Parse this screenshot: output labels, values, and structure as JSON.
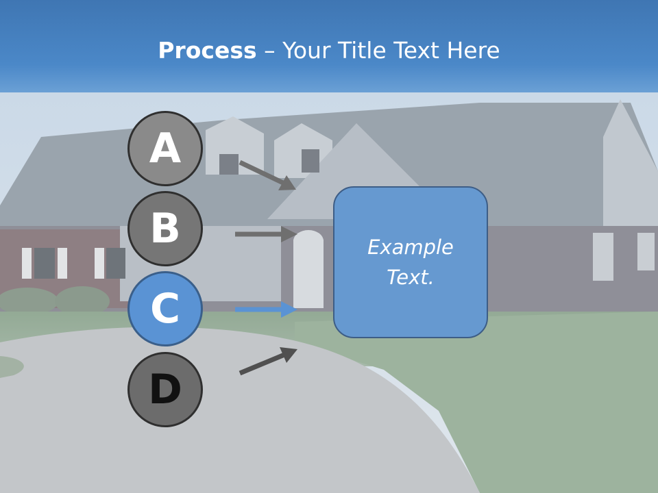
{
  "slide": {
    "title_bold": "Process",
    "title_rest": " – Your Title Text Here",
    "box_text": "Example Text."
  },
  "steps": [
    {
      "letter": "A"
    },
    {
      "letter": "B"
    },
    {
      "letter": "C"
    },
    {
      "letter": "D"
    }
  ],
  "colors": {
    "header": "#4b88c8",
    "highlight": "#5a93d4",
    "box": "#6699d0",
    "arrow_gray": "#6f6f6f",
    "arrow_blue": "#5a93d4"
  }
}
